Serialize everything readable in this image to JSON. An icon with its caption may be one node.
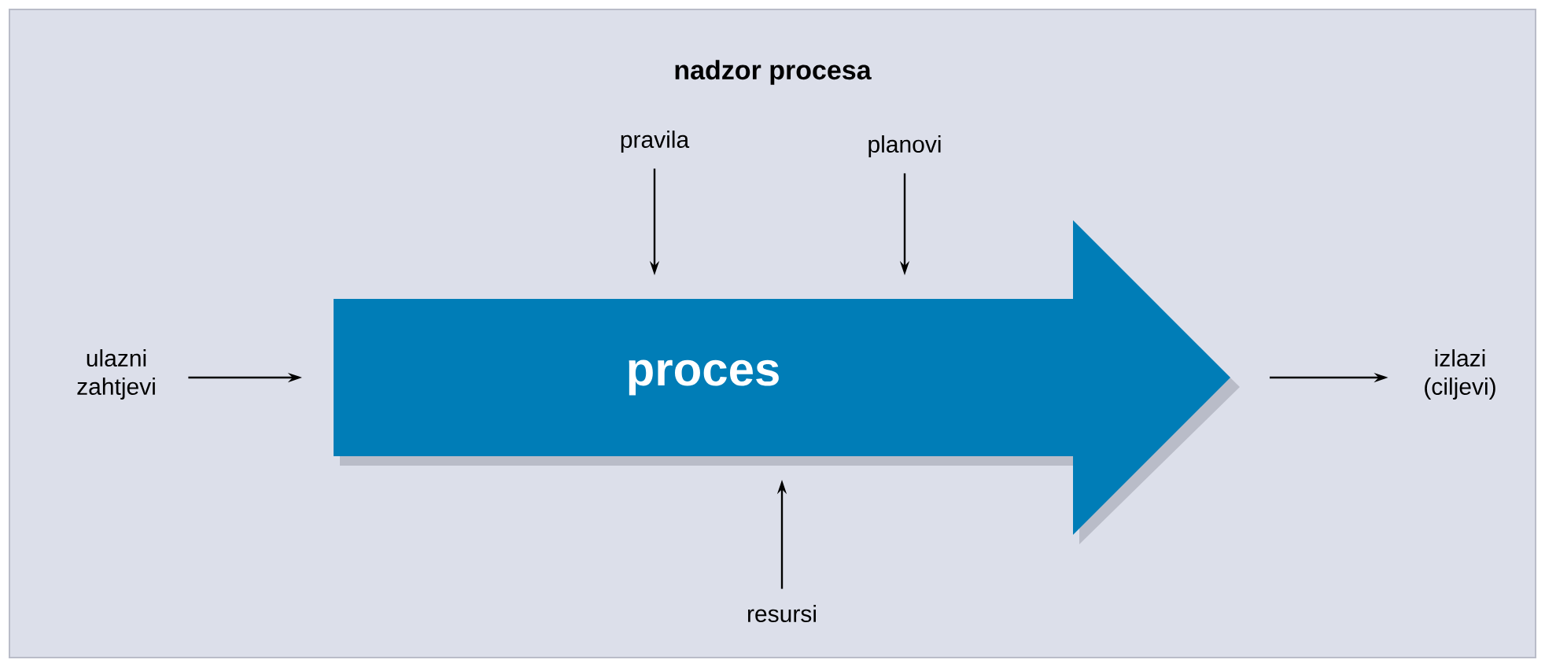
{
  "diagram": {
    "title": "nadzor procesa",
    "nodes": [
      {
        "text": [
          "ulazni zahtjevi"
        ]
      },
      {
        "text": [
          "proces"
        ]
      },
      {
        "text": [
          "izlazi (ciljevi)"
        ]
      },
      {
        "text": [
          "pravila"
        ]
      },
      {
        "text": [
          "planovi"
        ]
      },
      {
        "text": [
          "resursi"
        ]
      }
    ],
    "edges": [
      {
        "from": 0,
        "to": 1,
        "arrow": "to"
      },
      {
        "from": 1,
        "to": 2,
        "arrow": "to"
      },
      {
        "from": 3,
        "to": 1,
        "arrow": "to"
      },
      {
        "from": 4,
        "to": 1,
        "arrow": "to"
      },
      {
        "from": 5,
        "to": 1,
        "arrow": "to"
      }
    ]
  }
}
